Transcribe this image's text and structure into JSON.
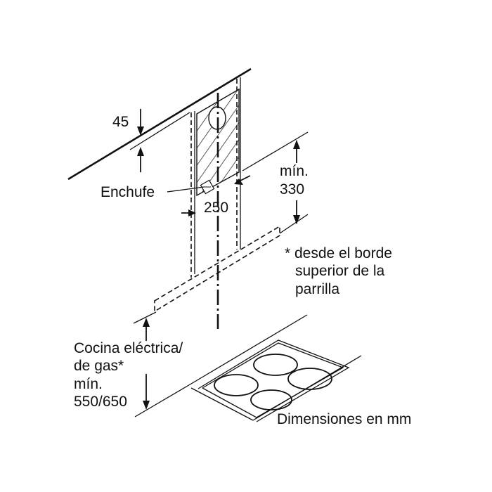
{
  "labels": {
    "dim_45": "45",
    "enchufe": "Enchufe",
    "dim_250": "250",
    "min_330_line1": "mín.",
    "min_330_line2": "330",
    "note_line1": "* desde el borde",
    "note_line2": "superior de la",
    "note_line3": "parrilla",
    "cooktop_line1": "Cocina eléctrica/",
    "cooktop_line2": "de gas*",
    "cooktop_line3": "mín.",
    "cooktop_line4": "550/650",
    "units": "Dimensiones en mm"
  }
}
